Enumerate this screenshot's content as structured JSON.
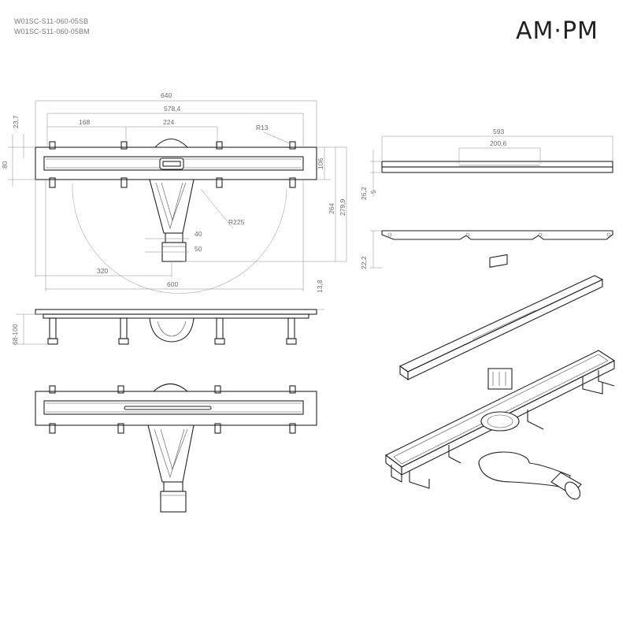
{
  "header": {
    "code_line_1": "W01SC-S11-060-05SB",
    "code_line_2": "W01SC-S11-060-05BM",
    "logo_text": "AM·PM"
  },
  "dimensions": {
    "overall_length": "640",
    "hole_span": "578,4",
    "hole_pitch_1": "168",
    "hole_pitch_2": "224",
    "corner_radius": "R13",
    "left_offset": "23,7",
    "body_width": "80",
    "drain_radius": "R225",
    "outlet_inner": "40",
    "outlet_outer": "50",
    "center_offset": "320",
    "grate_length": "600",
    "depth_106": "106",
    "depth_264": "264",
    "depth_279_9": "279,9",
    "height_13_8": "13,8",
    "foot_height": "68-100",
    "grate_total": "593",
    "grate_slot": "200,6",
    "grate_height": "26,2",
    "grate_thickness": "5",
    "grate_profile": "22,2"
  }
}
